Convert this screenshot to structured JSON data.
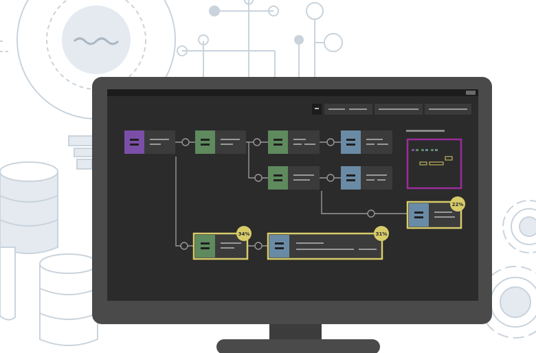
{
  "illustration": {
    "background": "#ffffff",
    "decor_stroke": "#c9d3dc",
    "decor_fill": "#e4eaf0",
    "monitor_frame": "#4a4a4a",
    "screen_bg": "#2b2b2b",
    "toolbar_bar": "#1c1c1c"
  },
  "toolbar": {
    "buttons": [
      {
        "name": "toolbar-icon-button"
      },
      {
        "name": "toolbar-button-1"
      },
      {
        "name": "toolbar-button-2"
      },
      {
        "name": "toolbar-button-3"
      }
    ]
  },
  "nodes": [
    {
      "id": "n1",
      "accent": "#7b4fa8",
      "highlight": false,
      "badge": ""
    },
    {
      "id": "n2",
      "accent": "#5e8a5e",
      "highlight": false,
      "badge": ""
    },
    {
      "id": "n3",
      "accent": "#5e8a5e",
      "highlight": false,
      "badge": ""
    },
    {
      "id": "n4",
      "accent": "#6a8ba5",
      "highlight": false,
      "badge": ""
    },
    {
      "id": "n5",
      "accent": "#5e8a5e",
      "highlight": false,
      "badge": ""
    },
    {
      "id": "n6",
      "accent": "#6a8ba5",
      "highlight": false,
      "badge": ""
    },
    {
      "id": "n7",
      "accent": "#6a8ba5",
      "highlight": true,
      "badge": "22%"
    },
    {
      "id": "n8",
      "accent": "#5e8a5e",
      "highlight": true,
      "badge": "34%"
    },
    {
      "id": "n9",
      "accent": "#6a8ba5",
      "highlight": true,
      "badge": "31%"
    }
  ],
  "colors": {
    "highlight_border": "#d8cc6a",
    "badge_fill": "#d8cc6a",
    "badge_text": "#2b2b2b",
    "minimap_border": "#9b2d9b",
    "connector": "#9a9a9a"
  }
}
